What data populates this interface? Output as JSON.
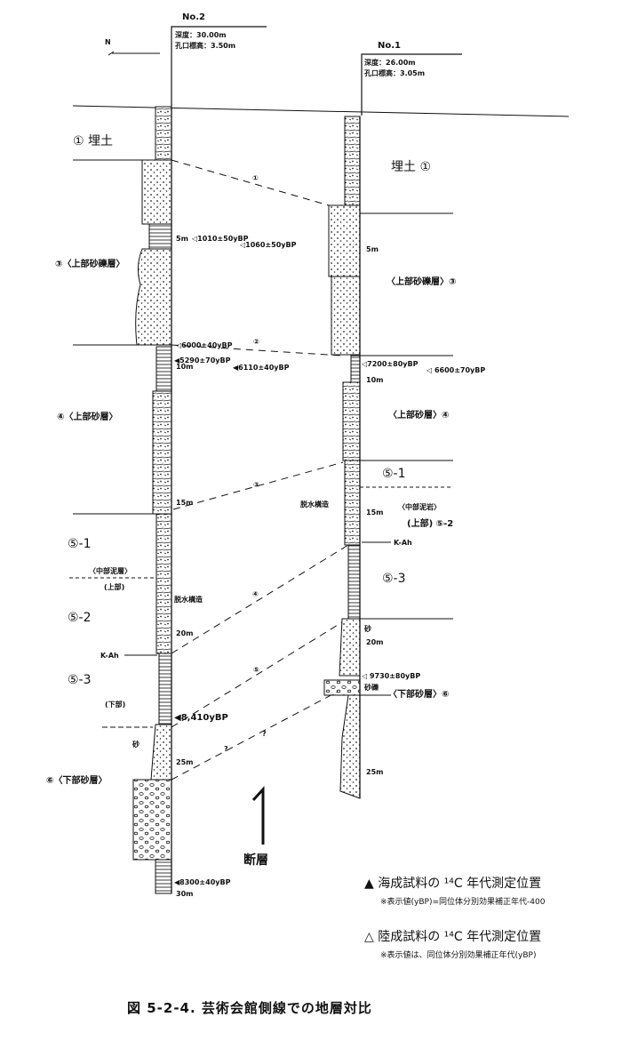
{
  "north_label": "N",
  "boreholes": [
    {
      "name": "No.2",
      "depth": "深度：30.00m",
      "elevation": "孔口標高：3.50m",
      "scale": [
        "5m",
        "10m",
        "15m",
        "20m",
        "25m",
        "30m"
      ]
    },
    {
      "name": "No.1",
      "depth": "深度：26.00m",
      "elevation": "孔口標高：3.05m",
      "scale": [
        "5m",
        "10m",
        "15m",
        "20m",
        "25m"
      ]
    }
  ],
  "left_units": {
    "u1": "① 埋土",
    "u3": "③〈上部砂礫層〉",
    "u4": "④〈上部砂層〉",
    "u51": "⑤-1",
    "mid_mud": "〈中部泥層〉",
    "upper": "(上部)",
    "u52": "⑤-2",
    "u53": "⑤-3",
    "lower": "(下部)",
    "sand": "砂",
    "u6": "⑥〈下部砂層〉",
    "dewater": "脱水構造",
    "kah": "K-Ah"
  },
  "right_units": {
    "u1": "埋土 ①",
    "u3": "〈上部砂礫層〉③",
    "u4": "〈上部砂層〉④",
    "u51": "⑤-1",
    "mid_mud": "〈中部泥岩〉",
    "u52": "(上部) ⑤-2",
    "dewater": "脱水構造",
    "kah": "K-Ah",
    "u53": "⑤-3",
    "sand": "砂",
    "gravel": "砂礫",
    "u6": "〈下部砂層〉⑥"
  },
  "ages_no2": [
    "◁1010±50yBP",
    "◁1060±50yBP",
    "◁6000±40yBP",
    "◀5290±70yBP",
    "◀6110±40yBP",
    "◀8,410yBP",
    "◀8300±40yBP"
  ],
  "ages_no1": [
    "◁7200±80yBP",
    "◁ 6600±70yBP",
    "◁ 9730±80yBP"
  ],
  "correlation_labels": [
    "①",
    "②",
    "③",
    "④",
    "⑤",
    "?",
    "?"
  ],
  "fault": {
    "symbol": "1",
    "label": "断層"
  },
  "legend": [
    {
      "title": "▲ 海成試料の ¹⁴C 年代測定位置",
      "note": "※表示値(yBP)=同位体分別効果補正年代-400"
    },
    {
      "title": "△ 陸成試料の ¹⁴C 年代測定位置",
      "note": "※表示値は、同位体分別効果補正年代(yBP)"
    }
  ],
  "caption": "図 5-2-4. 芸術会館側線での地層対比"
}
